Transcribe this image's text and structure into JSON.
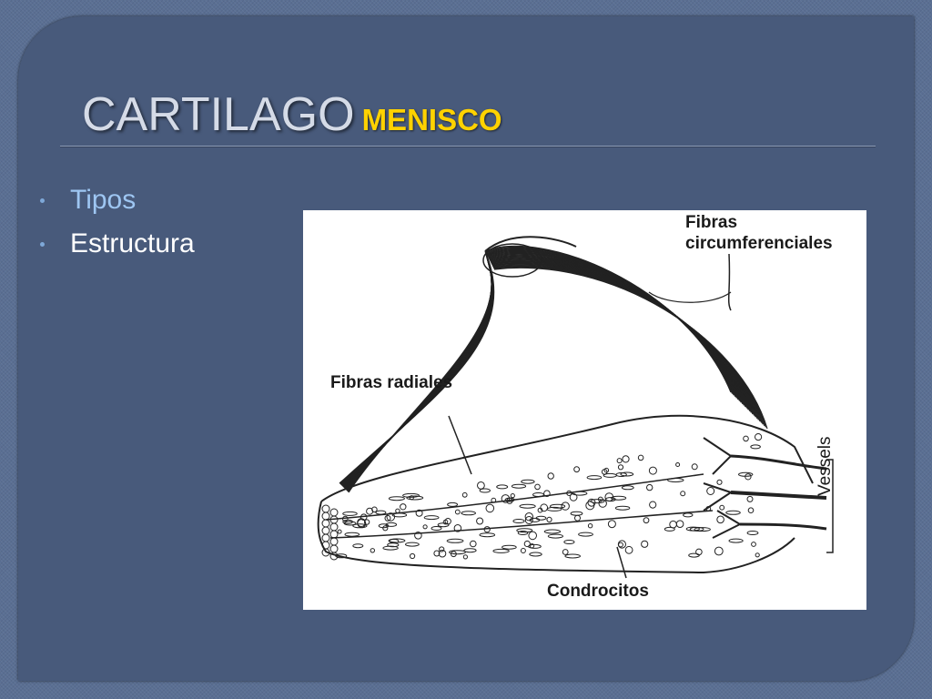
{
  "slide": {
    "title_main": "CARTILAGO",
    "title_accent": "MENISCO"
  },
  "bullets": [
    {
      "label": "Tipos"
    },
    {
      "label": "Estructura"
    }
  ],
  "figure": {
    "labels": {
      "circ_line1": "Fibras",
      "circ_line2": "circumferenciales",
      "radial": "Fibras radiales",
      "chondrocytes": "Condrocitos",
      "vessels": "Vessels"
    }
  },
  "colors": {
    "background": "#5a6f93",
    "slide": "#485a7b",
    "title": "#d5dbe7",
    "accent": "#ffd200",
    "bullet_1": "#9ec6f2",
    "bullet_2": "#ffffff"
  }
}
